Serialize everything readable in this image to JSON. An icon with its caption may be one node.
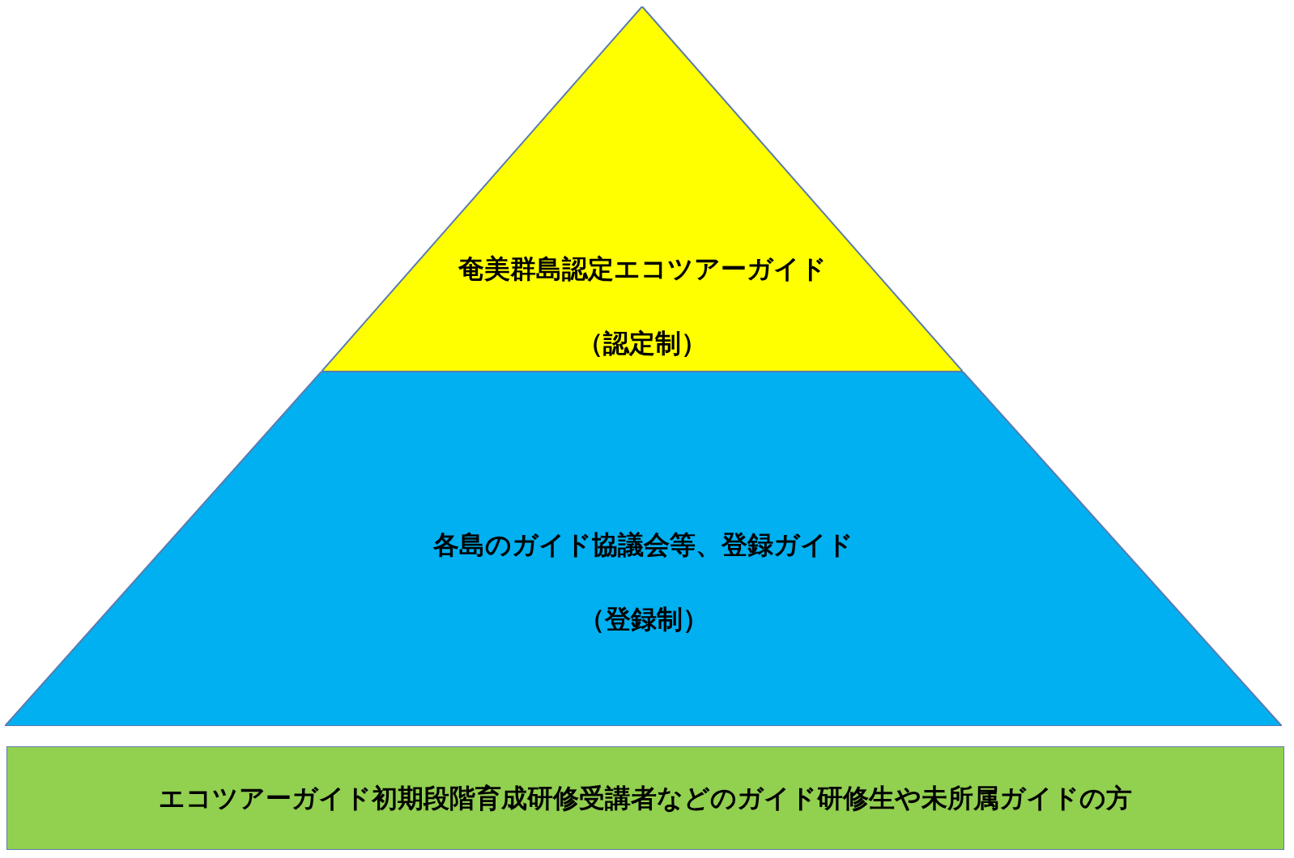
{
  "diagram": {
    "nodes": [
      {
        "text": [
          "奄美群島認定エコツアーガイド",
          "（認定制）"
        ]
      },
      {
        "text": [
          "各島のガイド協議会等、登録ガイド",
          "（登録制）"
        ]
      },
      {
        "text": [
          "エコツアーガイド初期段階育成研修受講者などのガイド研修生や未所属ガイドの方"
        ]
      }
    ]
  }
}
